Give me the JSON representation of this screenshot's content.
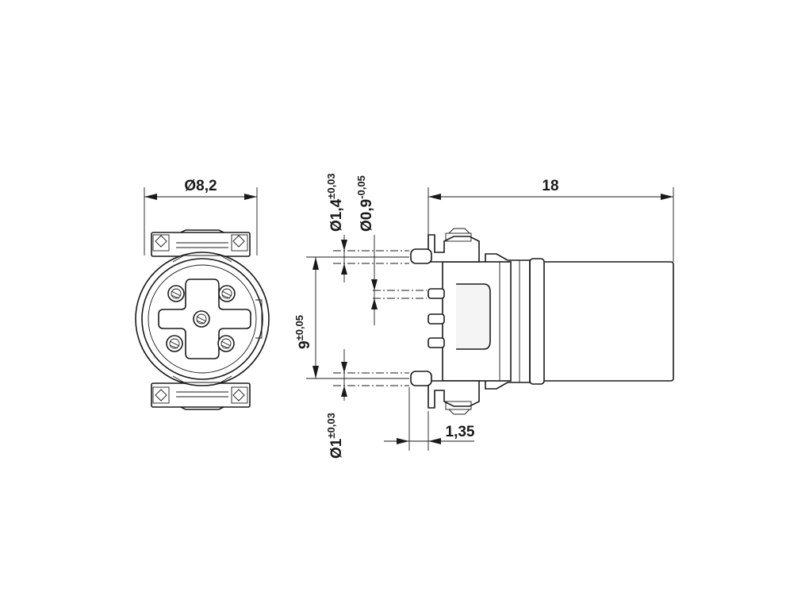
{
  "dimensions": {
    "diameter_front": "Ø8,2",
    "length": "18",
    "pin_diameter_top": {
      "base": "Ø1,4",
      "tol": "±0,03"
    },
    "pin_diameter_mid": {
      "base": "Ø0,9",
      "tol": "-0,05"
    },
    "pitch": {
      "base": "9",
      "tol": "±0,05"
    },
    "pin_diameter_bottom": {
      "base": "Ø1",
      "tol": "±0,03"
    },
    "offset": "1,35"
  }
}
